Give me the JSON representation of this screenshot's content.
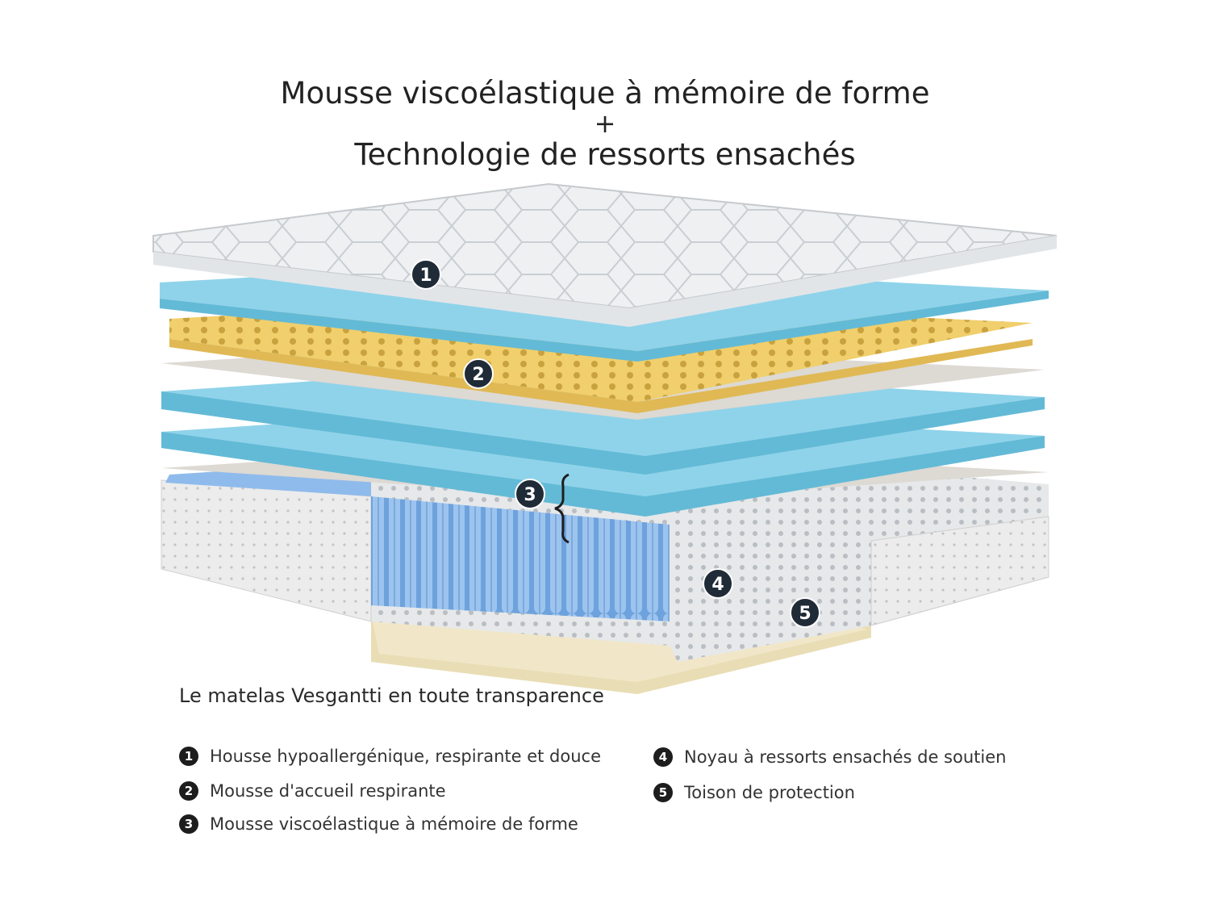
{
  "title": {
    "line1": "Mousse viscoélastique à mémoire de forme",
    "plus": "+",
    "line2": "Technologie de ressorts ensachés"
  },
  "callouts": [
    "1",
    "2",
    "3",
    "4",
    "5"
  ],
  "subtitle": "Le matelas Vesgantti en toute transparence",
  "legend": [
    {
      "num": "1",
      "text": "Housse hypoallergénique, respirante et douce"
    },
    {
      "num": "2",
      "text": "Mousse d'accueil respirante"
    },
    {
      "num": "3",
      "text": "Mousse viscoélastique à mémoire de forme"
    },
    {
      "num": "4",
      "text": "Noyau à ressorts ensachés de soutien"
    },
    {
      "num": "5",
      "text": "Toison de protection"
    }
  ],
  "colors": {
    "cover": "#eef0f2",
    "gel_foam": "#8fd3ea",
    "comfort_foam": "#f0cf6c",
    "felt": "#ddd9d3",
    "springs": "#7fb2e8",
    "base_fleece": "#e9ddb5",
    "badge": "#1f2b36"
  }
}
